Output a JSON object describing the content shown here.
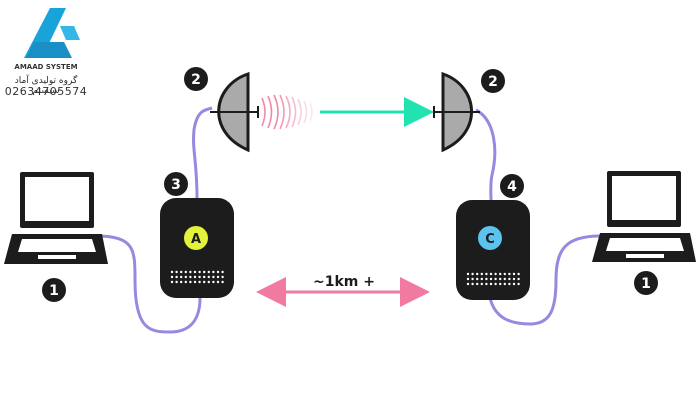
{
  "logo": {
    "brand": "AMAAD SYSTEM",
    "subtitle": "گروه تولیدی آماد سیستم",
    "phone": "02634705574",
    "accent": "#1aa3d9"
  },
  "devices": [
    {
      "id": "laptop-left",
      "icon": "laptop-icon",
      "badge": "1"
    },
    {
      "id": "laptop-right",
      "icon": "laptop-icon",
      "badge": "1"
    },
    {
      "id": "dish-left",
      "icon": "dish-antenna-icon",
      "badge": "2"
    },
    {
      "id": "dish-right",
      "icon": "dish-antenna-icon",
      "badge": "2"
    },
    {
      "id": "router-a",
      "icon": "router-icon",
      "badge": "3",
      "label": "A",
      "label_color": "#e3f23a"
    },
    {
      "id": "router-c",
      "icon": "router-icon",
      "badge": "4",
      "label": "C",
      "label_color": "#5cc3ef"
    }
  ],
  "distance_label": "~1km +",
  "colors": {
    "cable": "#9a88e0",
    "beam": "#21e3b0",
    "distance_arrow": "#f07aa0",
    "signal_waves": "#ee8aa6",
    "device_body": "#1c1c1c"
  }
}
